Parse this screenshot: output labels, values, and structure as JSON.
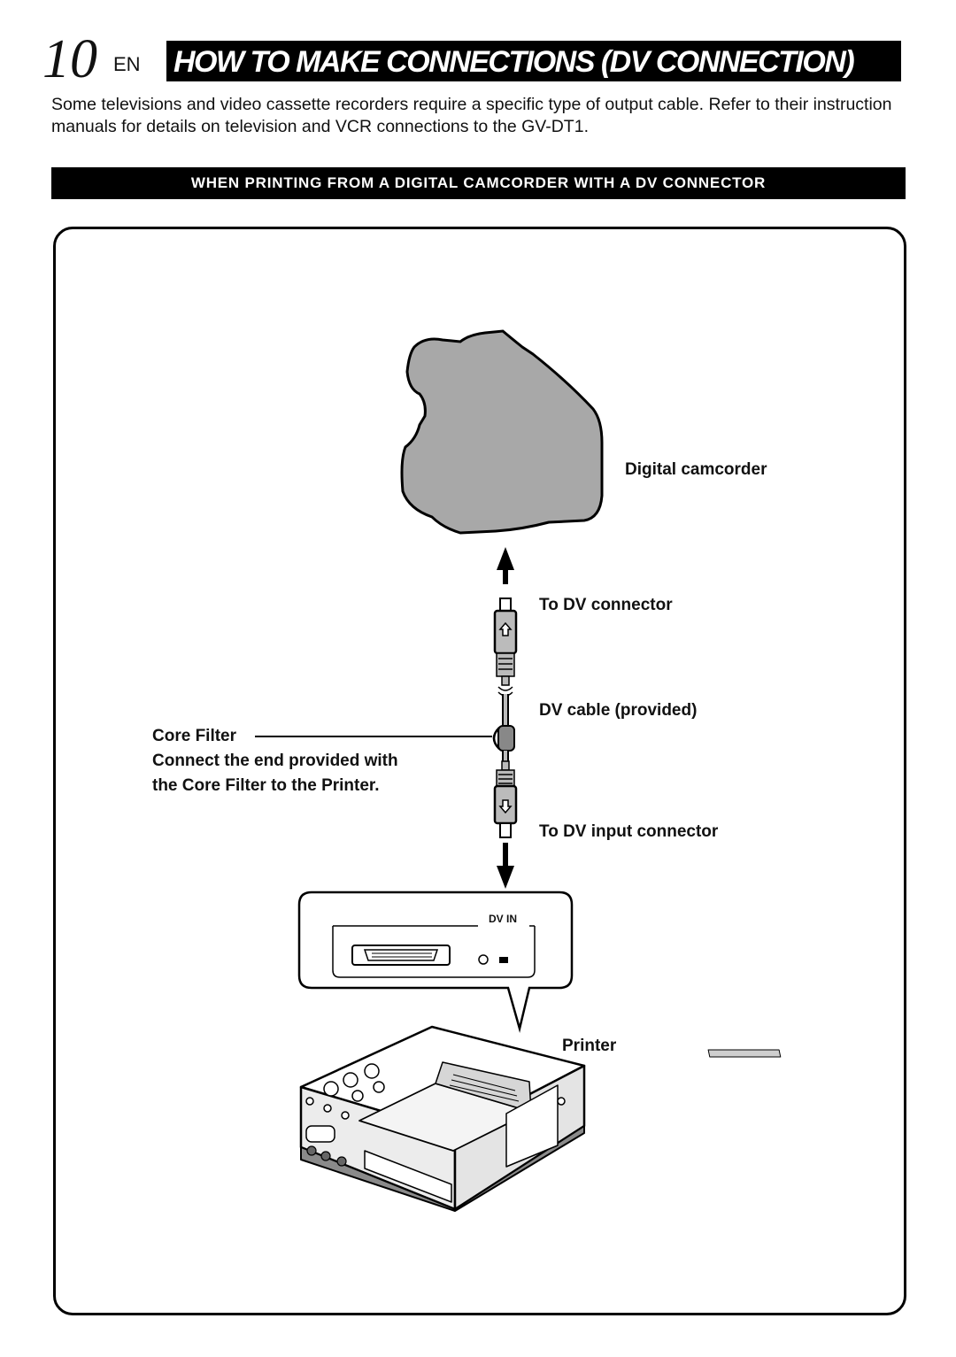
{
  "header": {
    "page_number": "10",
    "language": "EN",
    "title": "HOW TO MAKE CONNECTIONS (DV CONNECTION)"
  },
  "intro": "Some televisions and video cassette recorders require a specific type of output cable. Refer to their instruction manuals for details on television and VCR connections to the GV-DT1.",
  "section_title": "WHEN PRINTING FROM A DIGITAL CAMCORDER WITH A DV CONNECTOR",
  "diagram": {
    "labels": {
      "camcorder": "Digital camcorder",
      "to_dv_connector": "To DV connector",
      "dv_cable": "DV cable (provided)",
      "core_filter": "Core Filter",
      "core_filter_note": "Connect the end provided with the Core Filter to the Printer.",
      "to_dv_input": "To DV input connector",
      "dv_in_panel": "DV IN",
      "printer": "Printer"
    }
  }
}
